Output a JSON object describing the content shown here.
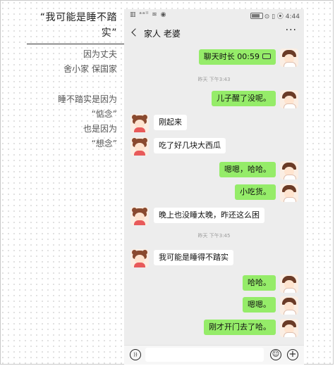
{
  "article": {
    "title_line1": "“我可能是睡不踏",
    "title_line2": "实”",
    "paragraph1": [
      "因为丈夫",
      "舍小家 保国家"
    ],
    "paragraph2": [
      "睡不踏实是因为",
      "“惦念”",
      "也是因为",
      "“想念”"
    ]
  },
  "phone": {
    "status_left": "▥ ᵃᵃˡˡ ≋ ◉",
    "status_right": "⊙ ▯ ⦿ 4:44",
    "chat_title": "家人 老婆",
    "more_label": "···"
  },
  "messages": [
    {
      "side": "self",
      "text": "聊天时长 00:59",
      "call": true
    },
    {
      "timestamp": "昨天 下午3:43"
    },
    {
      "side": "self",
      "text": "儿子醒了没呢。"
    },
    {
      "side": "other",
      "text": "刚起来"
    },
    {
      "side": "other",
      "text": "吃了好几块大西瓜"
    },
    {
      "side": "self",
      "text": "嗯嗯，哈哈。"
    },
    {
      "side": "self",
      "text": "小吃货。"
    },
    {
      "side": "other",
      "text": "晚上也没睡太晚，昨还这么困"
    },
    {
      "timestamp": "昨天 下午3:45"
    },
    {
      "side": "other",
      "text": "我可能是睡得不踏实"
    },
    {
      "side": "self",
      "text": "哈哈。"
    },
    {
      "side": "self",
      "text": "嗯嗯。"
    },
    {
      "side": "self",
      "text": "刚才开门去了哈。"
    }
  ],
  "input": {
    "placeholder": ""
  },
  "colors": {
    "self_bubble": "#95ec69",
    "other_bubble": "#ffffff",
    "chat_bg": "#ededed"
  },
  "icons": [
    "back-icon",
    "more-icon",
    "voice-icon",
    "emoji-icon",
    "plus-icon",
    "phone-call-icon"
  ]
}
